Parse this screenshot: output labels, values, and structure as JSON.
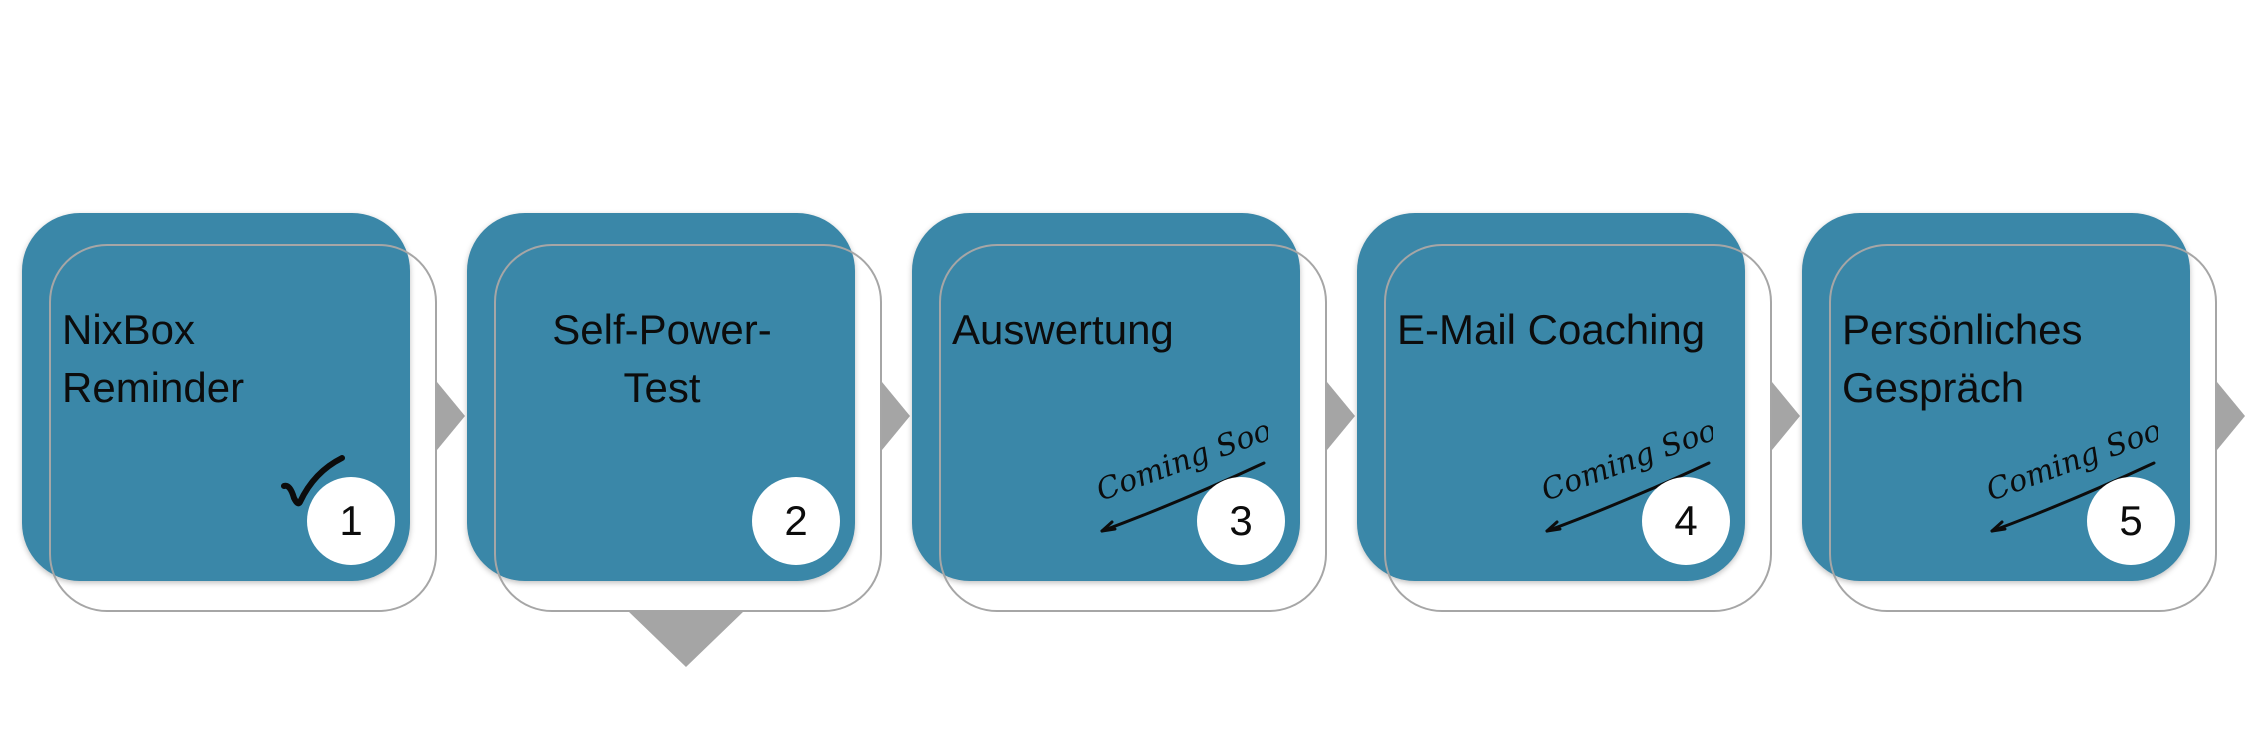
{
  "steps": [
    {
      "title": "NixBox\nReminder",
      "number": "1",
      "status": "done"
    },
    {
      "title": "Self-Power-\nTest",
      "number": "2",
      "status": "current"
    },
    {
      "title": "Auswertung",
      "number": "3",
      "status": "coming-soon",
      "status_label": "Coming Soon!"
    },
    {
      "title": "E-Mail Coaching",
      "number": "4",
      "status": "coming-soon",
      "status_label": "Coming Soon!"
    },
    {
      "title": "Persönliches\nGespräch",
      "number": "5",
      "status": "coming-soon",
      "status_label": "Coming Soon!"
    }
  ],
  "colors": {
    "card": "#3a87a8",
    "outline": "#a6a6a6",
    "arrow": "#a5a5a5",
    "badge": "#ffffff",
    "text": "#0c0c0c"
  }
}
